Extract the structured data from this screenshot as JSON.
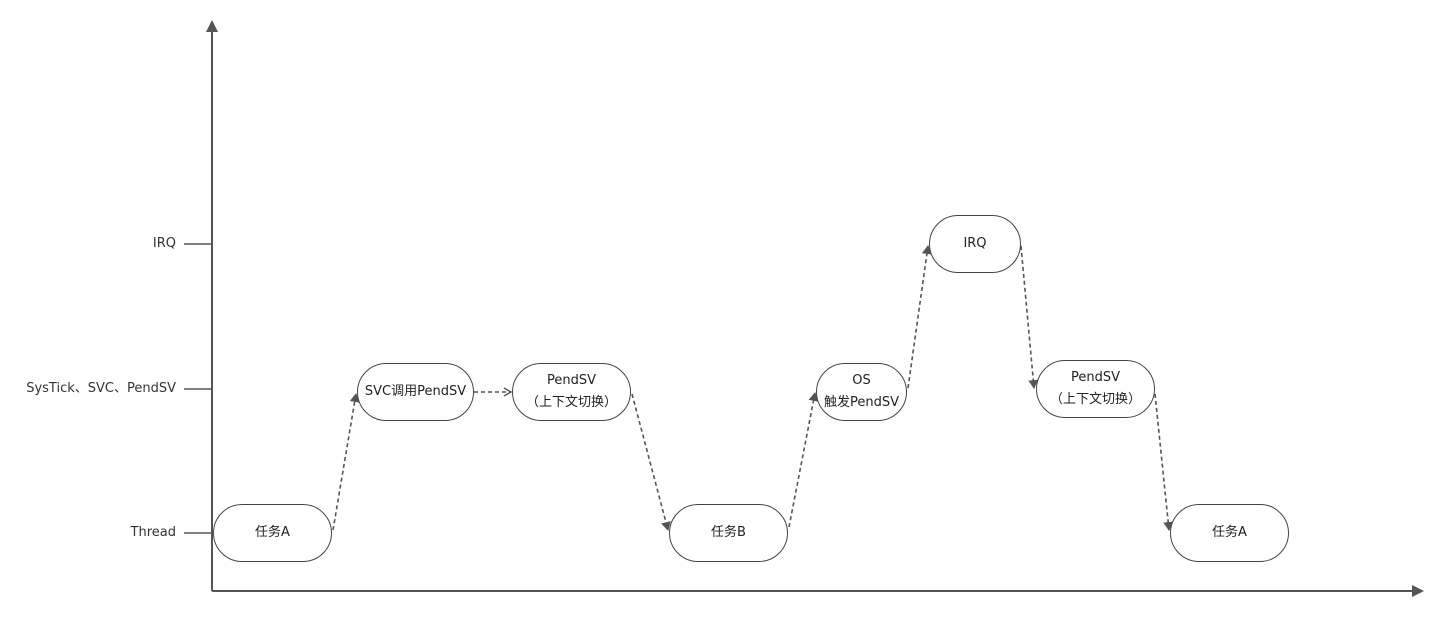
{
  "y_axis": {
    "levels": [
      "Thread",
      "SysTick、SVC、PendSV",
      "IRQ"
    ]
  },
  "nodes": [
    {
      "id": "task-a-1",
      "lines": [
        "任务A"
      ]
    },
    {
      "id": "svc-call",
      "lines": [
        "SVC调用PendSV"
      ]
    },
    {
      "id": "pendsv-1",
      "lines": [
        "PendSV",
        "（上下文切换）"
      ]
    },
    {
      "id": "task-b",
      "lines": [
        "任务B"
      ]
    },
    {
      "id": "os-trigger",
      "lines": [
        "OS",
        "触发PendSV"
      ]
    },
    {
      "id": "irq",
      "lines": [
        "IRQ"
      ]
    },
    {
      "id": "pendsv-2",
      "lines": [
        "PendSV",
        "（上下文切换）"
      ]
    },
    {
      "id": "task-a-2",
      "lines": [
        "任务A"
      ]
    }
  ],
  "colors": {
    "line": "#555555",
    "node_border": "#444444",
    "text": "#222222",
    "background": "#ffffff"
  }
}
